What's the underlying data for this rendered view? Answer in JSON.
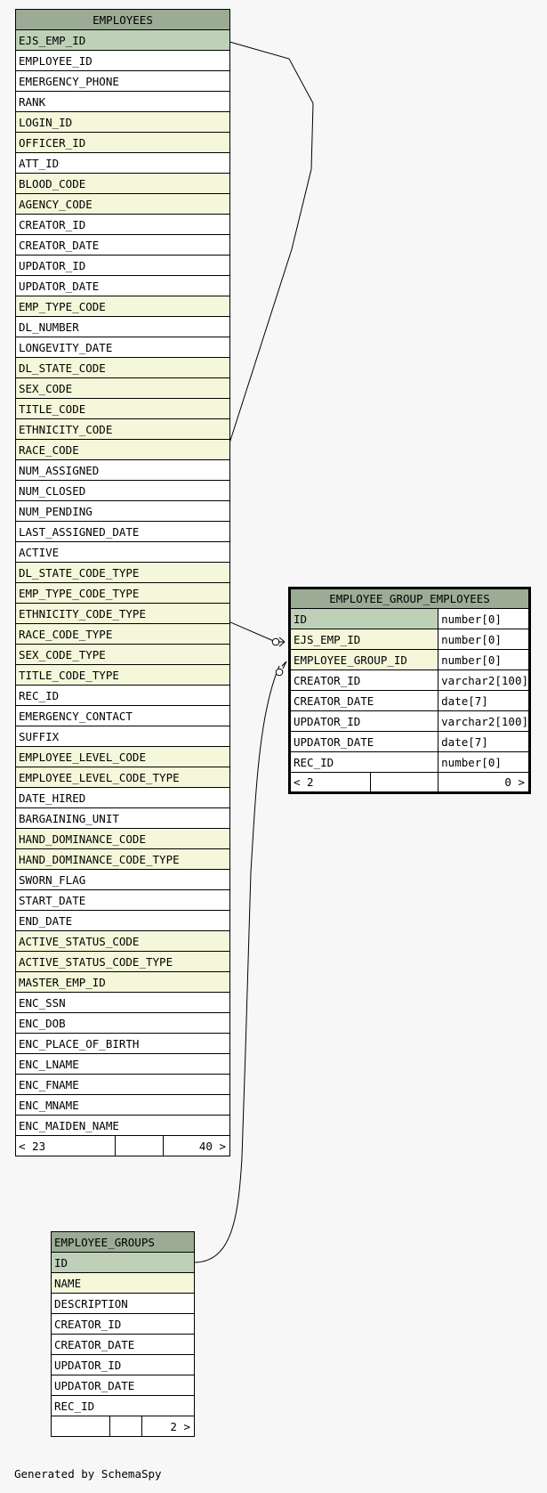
{
  "employees": {
    "title": "EMPLOYEES",
    "columns": [
      {
        "name": "EJS_EMP_ID",
        "kind": "pk"
      },
      {
        "name": "EMPLOYEE_ID",
        "kind": ""
      },
      {
        "name": "EMERGENCY_PHONE",
        "kind": ""
      },
      {
        "name": "RANK",
        "kind": ""
      },
      {
        "name": "LOGIN_ID",
        "kind": "fk"
      },
      {
        "name": "OFFICER_ID",
        "kind": "fk"
      },
      {
        "name": "ATT_ID",
        "kind": ""
      },
      {
        "name": "BLOOD_CODE",
        "kind": "fk"
      },
      {
        "name": "AGENCY_CODE",
        "kind": "fk"
      },
      {
        "name": "CREATOR_ID",
        "kind": ""
      },
      {
        "name": "CREATOR_DATE",
        "kind": ""
      },
      {
        "name": "UPDATOR_ID",
        "kind": ""
      },
      {
        "name": "UPDATOR_DATE",
        "kind": ""
      },
      {
        "name": "EMP_TYPE_CODE",
        "kind": "fk"
      },
      {
        "name": "DL_NUMBER",
        "kind": ""
      },
      {
        "name": "LONGEVITY_DATE",
        "kind": ""
      },
      {
        "name": "DL_STATE_CODE",
        "kind": "fk"
      },
      {
        "name": "SEX_CODE",
        "kind": "fk"
      },
      {
        "name": "TITLE_CODE",
        "kind": "fk"
      },
      {
        "name": "ETHNICITY_CODE",
        "kind": "fk"
      },
      {
        "name": "RACE_CODE",
        "kind": "fk"
      },
      {
        "name": "NUM_ASSIGNED",
        "kind": ""
      },
      {
        "name": "NUM_CLOSED",
        "kind": ""
      },
      {
        "name": "NUM_PENDING",
        "kind": ""
      },
      {
        "name": "LAST_ASSIGNED_DATE",
        "kind": ""
      },
      {
        "name": "ACTIVE",
        "kind": ""
      },
      {
        "name": "DL_STATE_CODE_TYPE",
        "kind": "fk"
      },
      {
        "name": "EMP_TYPE_CODE_TYPE",
        "kind": "fk"
      },
      {
        "name": "ETHNICITY_CODE_TYPE",
        "kind": "fk"
      },
      {
        "name": "RACE_CODE_TYPE",
        "kind": "fk"
      },
      {
        "name": "SEX_CODE_TYPE",
        "kind": "fk"
      },
      {
        "name": "TITLE_CODE_TYPE",
        "kind": "fk"
      },
      {
        "name": "REC_ID",
        "kind": ""
      },
      {
        "name": "EMERGENCY_CONTACT",
        "kind": ""
      },
      {
        "name": "SUFFIX",
        "kind": ""
      },
      {
        "name": "EMPLOYEE_LEVEL_CODE",
        "kind": "fk"
      },
      {
        "name": "EMPLOYEE_LEVEL_CODE_TYPE",
        "kind": "fk"
      },
      {
        "name": "DATE_HIRED",
        "kind": ""
      },
      {
        "name": "BARGAINING_UNIT",
        "kind": ""
      },
      {
        "name": "HAND_DOMINANCE_CODE",
        "kind": "fk"
      },
      {
        "name": "HAND_DOMINANCE_CODE_TYPE",
        "kind": "fk"
      },
      {
        "name": "SWORN_FLAG",
        "kind": ""
      },
      {
        "name": "START_DATE",
        "kind": ""
      },
      {
        "name": "END_DATE",
        "kind": ""
      },
      {
        "name": "ACTIVE_STATUS_CODE",
        "kind": "fk"
      },
      {
        "name": "ACTIVE_STATUS_CODE_TYPE",
        "kind": "fk"
      },
      {
        "name": "MASTER_EMP_ID",
        "kind": "fk"
      },
      {
        "name": "ENC_SSN",
        "kind": ""
      },
      {
        "name": "ENC_DOB",
        "kind": ""
      },
      {
        "name": "ENC_PLACE_OF_BIRTH",
        "kind": ""
      },
      {
        "name": "ENC_LNAME",
        "kind": ""
      },
      {
        "name": "ENC_FNAME",
        "kind": ""
      },
      {
        "name": "ENC_MNAME",
        "kind": ""
      },
      {
        "name": "ENC_MAIDEN_NAME",
        "kind": ""
      }
    ],
    "footer": {
      "left": "< 23",
      "middle": "",
      "right": "40 >"
    }
  },
  "group_employees": {
    "title": "EMPLOYEE_GROUP_EMPLOYEES",
    "columns": [
      {
        "name": "ID",
        "type": "number[0]",
        "kind": "pk"
      },
      {
        "name": "EJS_EMP_ID",
        "type": "number[0]",
        "kind": "fk"
      },
      {
        "name": "EMPLOYEE_GROUP_ID",
        "type": "number[0]",
        "kind": "fk"
      },
      {
        "name": "CREATOR_ID",
        "type": "varchar2[100]",
        "kind": ""
      },
      {
        "name": "CREATOR_DATE",
        "type": "date[7]",
        "kind": ""
      },
      {
        "name": "UPDATOR_ID",
        "type": "varchar2[100]",
        "kind": ""
      },
      {
        "name": "UPDATOR_DATE",
        "type": "date[7]",
        "kind": ""
      },
      {
        "name": "REC_ID",
        "type": "number[0]",
        "kind": ""
      }
    ],
    "footer": {
      "left": "< 2",
      "middle": "",
      "right": "0 >"
    }
  },
  "employee_groups": {
    "title": "EMPLOYEE_GROUPS",
    "columns": [
      {
        "name": "ID",
        "kind": "pk"
      },
      {
        "name": "NAME",
        "kind": "fk"
      },
      {
        "name": "DESCRIPTION",
        "kind": ""
      },
      {
        "name": "CREATOR_ID",
        "kind": ""
      },
      {
        "name": "CREATOR_DATE",
        "kind": ""
      },
      {
        "name": "UPDATOR_ID",
        "kind": ""
      },
      {
        "name": "UPDATOR_DATE",
        "kind": ""
      },
      {
        "name": "REC_ID",
        "kind": ""
      }
    ],
    "footer": {
      "left": "",
      "middle": "",
      "right": "2 >"
    }
  },
  "colors": {
    "header": "#9bab96",
    "primary_key": "#bed1b8",
    "foreign_key": "#f4f7da",
    "background": "#f7f7f7"
  },
  "generated_by": "Generated by SchemaSpy"
}
